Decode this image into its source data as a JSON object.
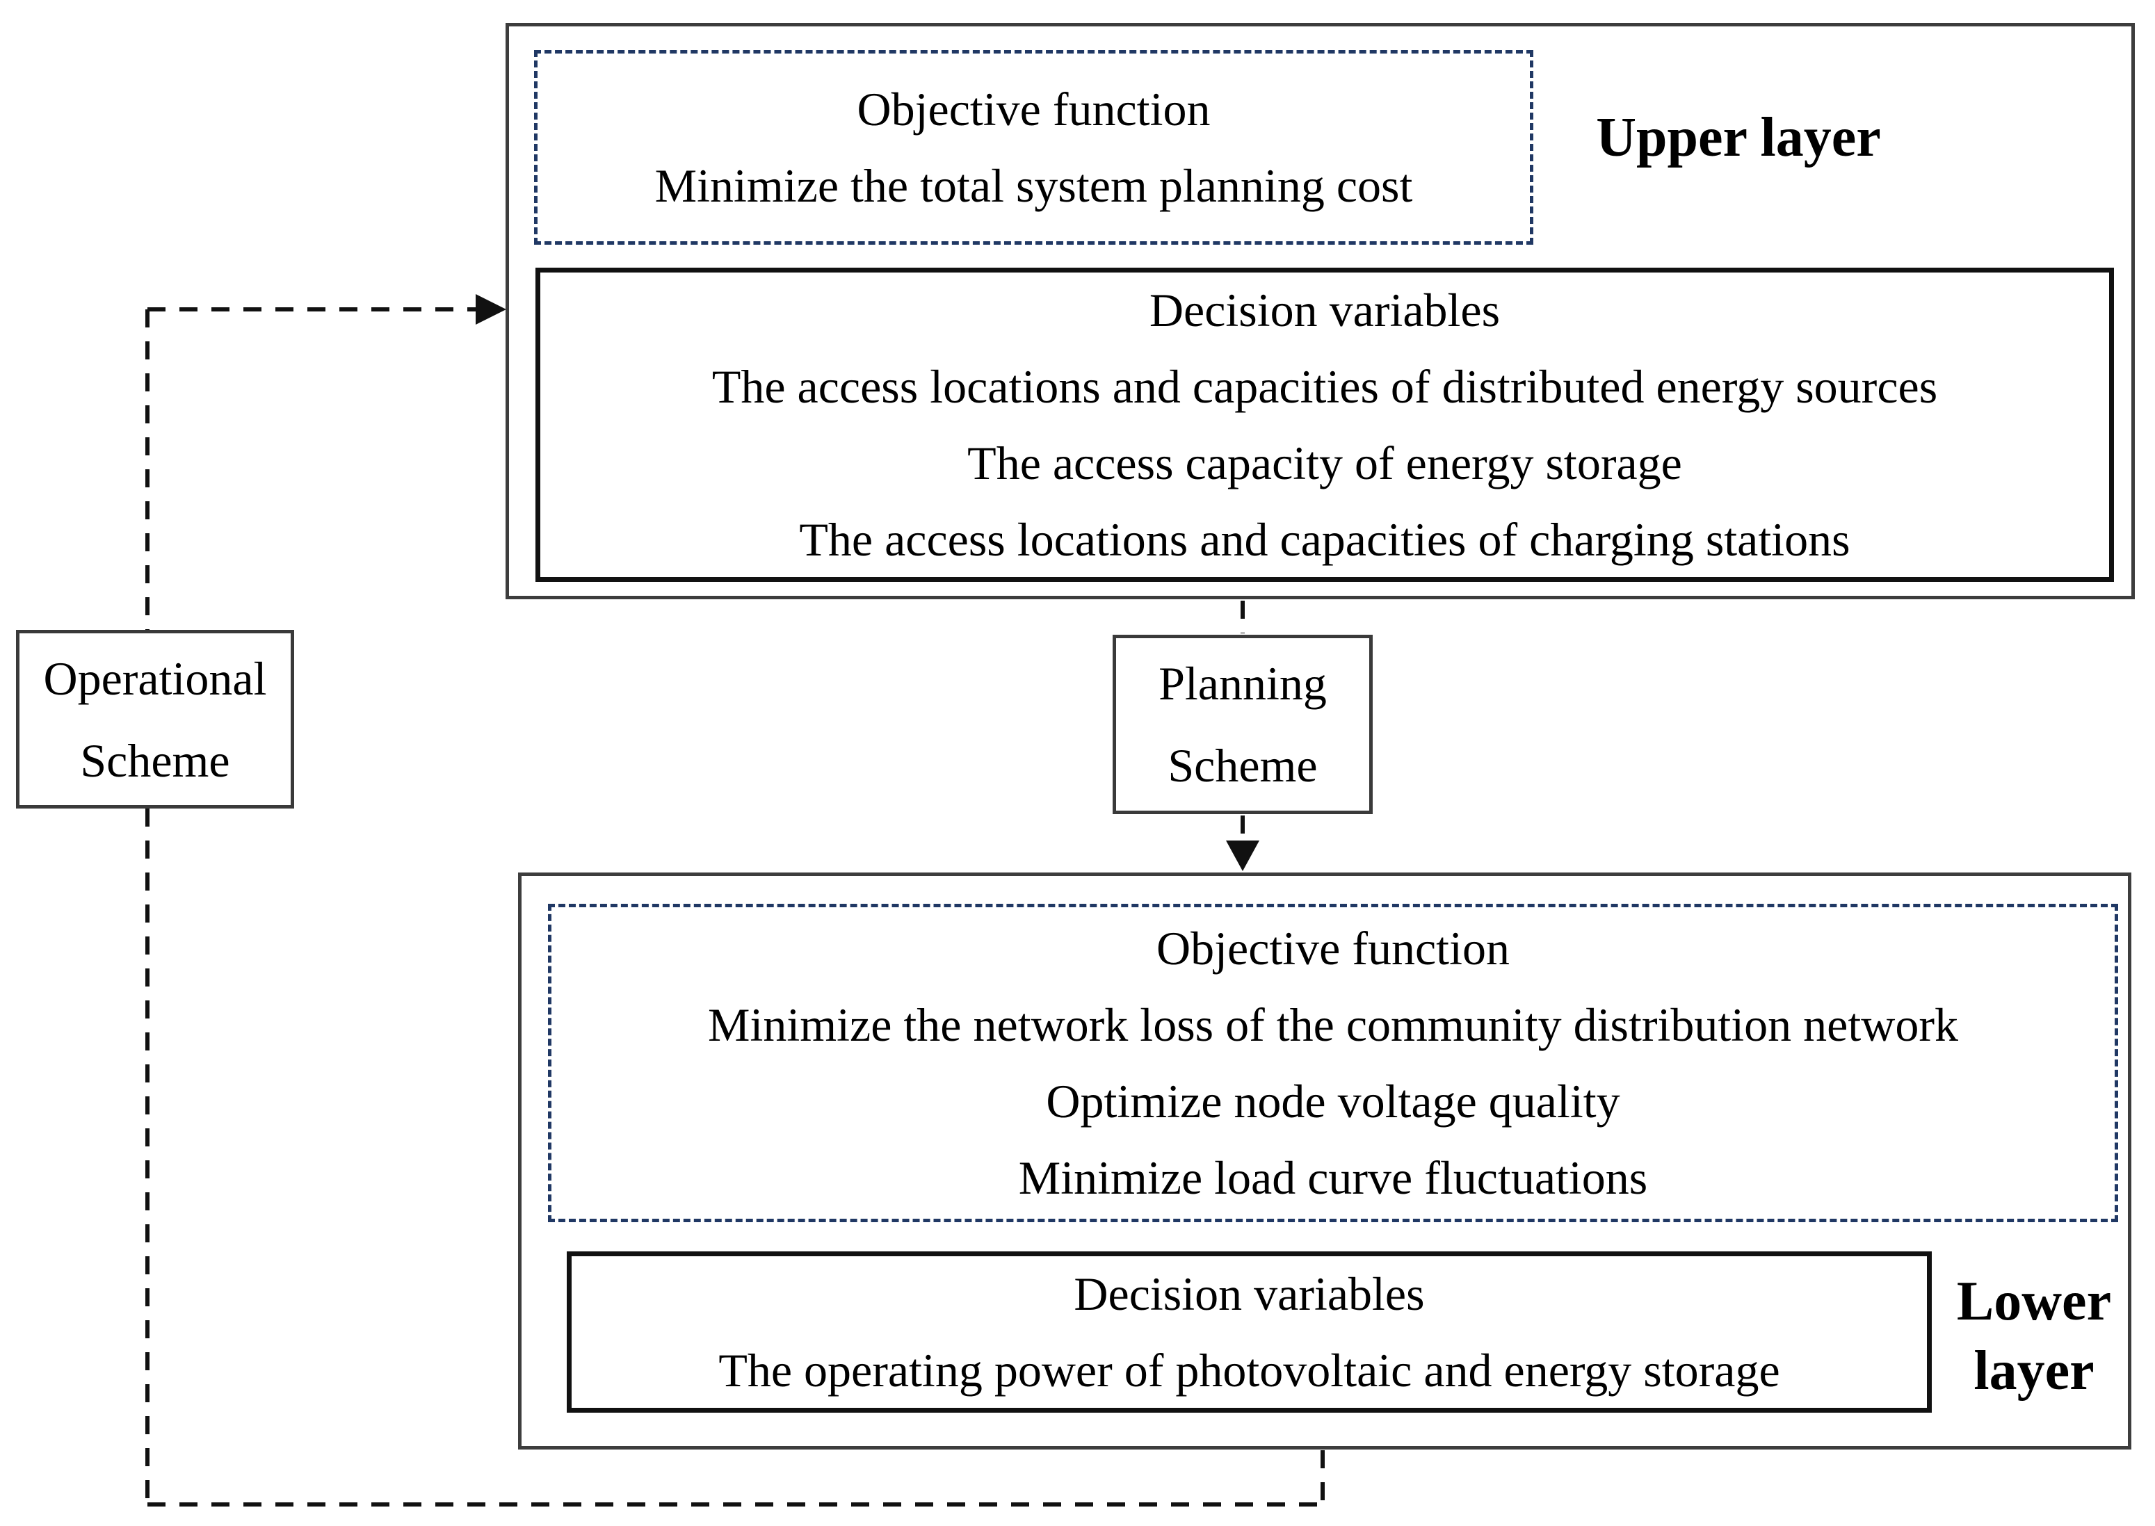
{
  "diagram": {
    "upper": {
      "label": "Upper layer",
      "objective": {
        "lines": [
          "Objective function",
          "Minimize the total system planning cost"
        ]
      },
      "decision": {
        "lines": [
          "Decision variables",
          "The access locations and capacities of distributed energy sources",
          "The access capacity of energy storage",
          "The access locations and capacities of charging stations"
        ]
      }
    },
    "planning_scheme": {
      "lines": [
        "Planning",
        "Scheme"
      ]
    },
    "operational_scheme": {
      "lines": [
        "Operational",
        "Scheme"
      ]
    },
    "lower": {
      "label_lines": [
        "Lower",
        "layer"
      ],
      "objective": {
        "lines": [
          "Objective function",
          "Minimize the network loss of the community distribution network",
          "Optimize node voltage quality",
          "Minimize load curve fluctuations"
        ]
      },
      "decision": {
        "lines": [
          "Decision variables",
          "The operating power of photovoltaic and energy storage"
        ]
      }
    },
    "colors": {
      "dashed_box_border": "#203864",
      "outer_box_border": "#3d3d3d",
      "inner_box_border": "#111111",
      "connector": "#111111",
      "text": "#000000",
      "background": "#ffffff"
    }
  }
}
